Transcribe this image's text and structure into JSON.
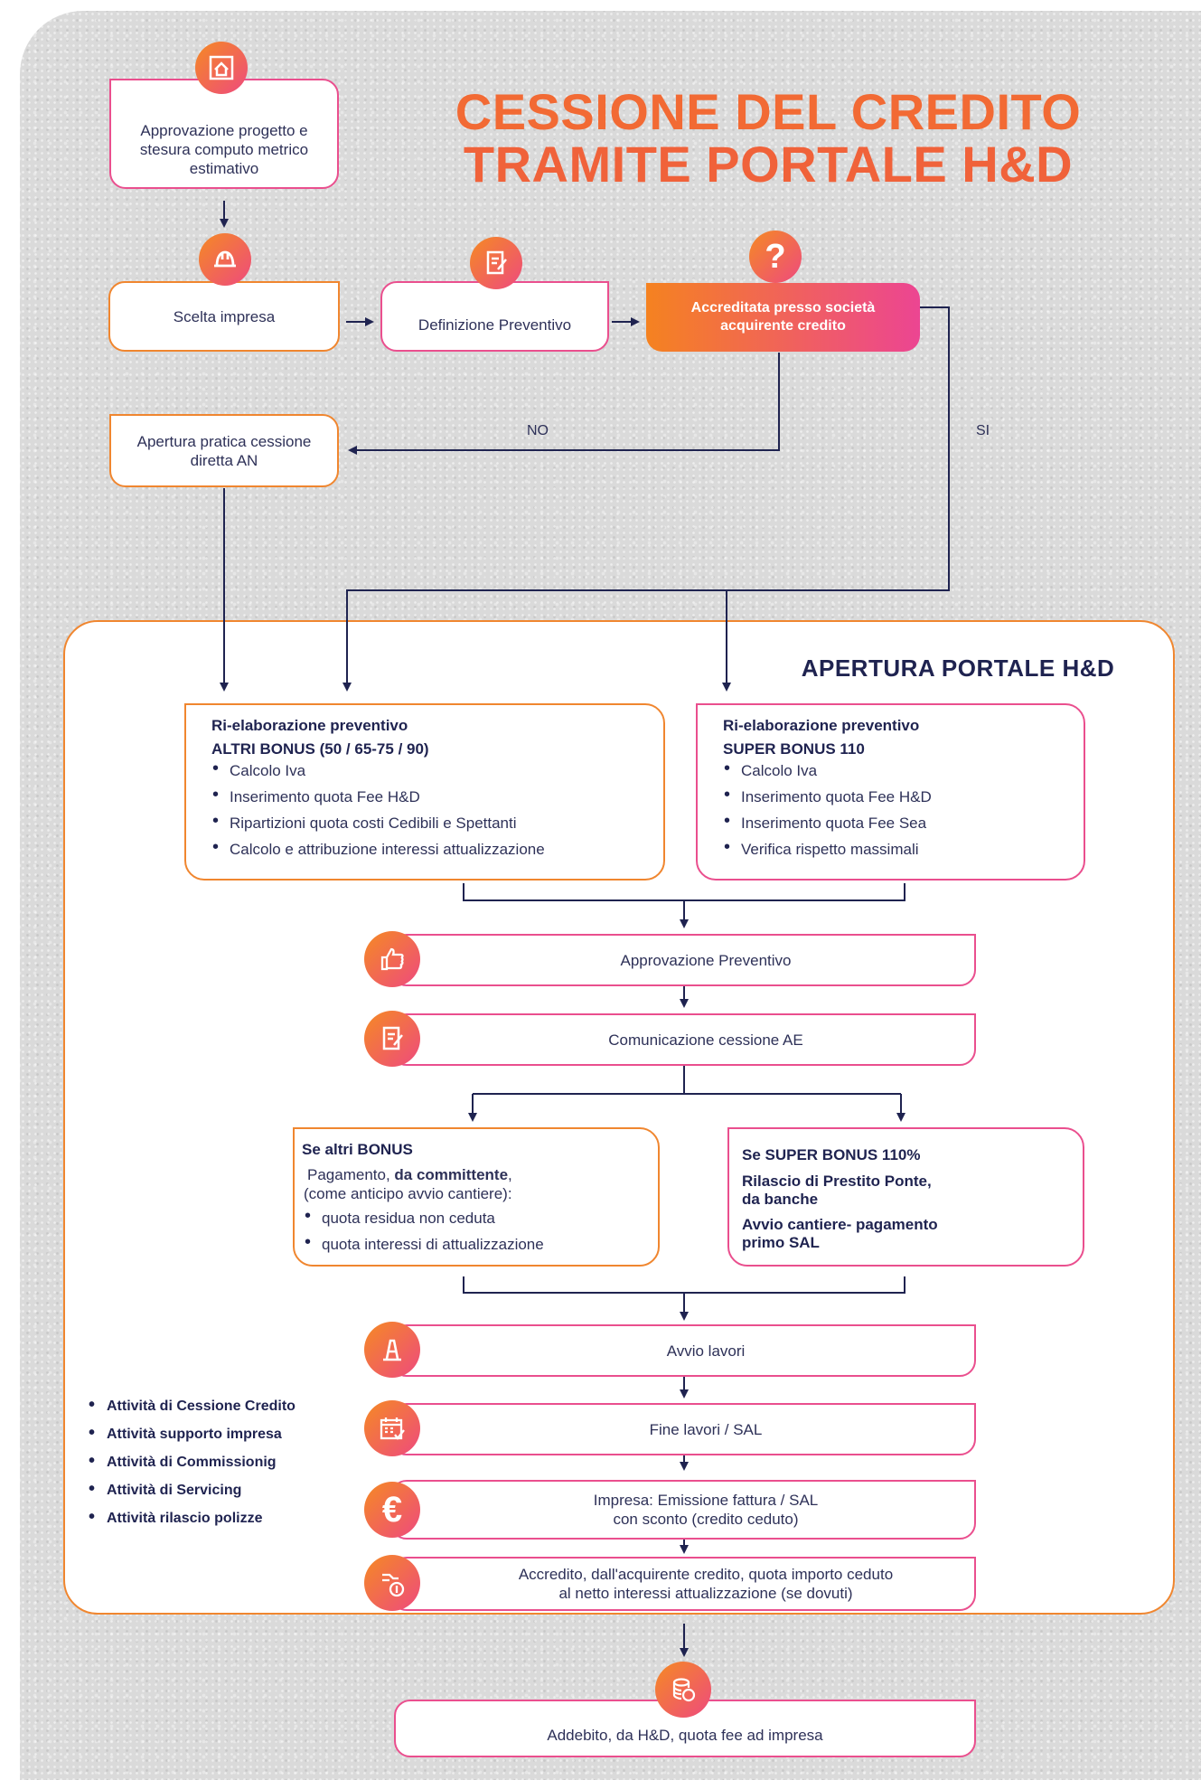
{
  "title": {
    "line1": "CESSIONE DEL CREDITO",
    "line2": "TRAMITE PORTALE H&D"
  },
  "steps": {
    "approvazione": "Approvazione progetto e stesura computo metrico estimativo",
    "scelta_impresa": "Scelta impresa",
    "definizione": "Definizione Preventivo",
    "accreditata": "Accreditata presso società acquirente credito",
    "apertura_pratica": "Apertura pratica cessione diretta AN"
  },
  "branches": {
    "no": "NO",
    "si": "SI"
  },
  "portal_title": "APERTURA PORTALE H&D",
  "altri_bonus": {
    "heading1": "Ri-elaborazione preventivo",
    "heading2": "ALTRI BONUS (50 / 65-75 / 90)",
    "items": [
      "Calcolo Iva",
      "Inserimento quota Fee H&D",
      "Ripartizioni quota costi Cedibili e Spettanti",
      "Calcolo e attribuzione interessi attualizzazione"
    ]
  },
  "super_bonus": {
    "heading1": "Ri-elaborazione preventivo",
    "heading2": "SUPER BONUS 110",
    "items": [
      "Calcolo Iva",
      "Inserimento quota Fee H&D",
      "Inserimento quota Fee Sea",
      "Verifica rispetto massimali"
    ]
  },
  "approvazione_preventivo": "Approvazione Preventivo",
  "comunicazione": "Comunicazione cessione AE",
  "se_altri": {
    "heading": "Se altri BONUS",
    "line1_pre": "Pagamento, ",
    "line1_bold": "da committente",
    "line1_post": ",",
    "line2": "(come anticipo avvio cantiere):",
    "items": [
      "quota residua non ceduta",
      "quota interessi di attualizzazione"
    ]
  },
  "se_super": {
    "heading": "Se SUPER BONUS 110%",
    "line1": "Rilascio di Prestito Ponte,",
    "line2": "da banche",
    "line3": "Avvio cantiere- pagamento",
    "line4": "primo SAL"
  },
  "avvio_lavori": "Avvio lavori",
  "fine_lavori": "Fine lavori / SAL",
  "emissione": {
    "line1": "Impresa: Emissione fattura / SAL",
    "line2": "con sconto (credito ceduto)"
  },
  "accredito": {
    "line1": "Accredito, dall'acquirente credito, quota importo ceduto",
    "line2": "al netto interessi attualizzazione (se dovuti)"
  },
  "addebito": "Addebito, da H&D, quota fee ad impresa",
  "services": [
    "Attività di Cessione Credito",
    "Attività supporto impresa",
    "Attività di Commissionig",
    "Attività di Servicing",
    "Attività rilascio polizze"
  ],
  "colors": {
    "orange": "#f58220",
    "pink": "#ec4592",
    "navy": "#1f2350"
  }
}
